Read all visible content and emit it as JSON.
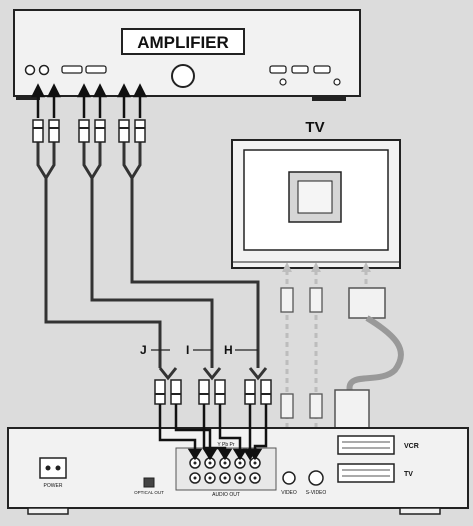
{
  "amplifier": {
    "label": "AMPLIFIER"
  },
  "tv": {
    "label": "TV"
  },
  "cable_labels": {
    "j": "J",
    "i": "I",
    "h": "H"
  },
  "receiver": {
    "scart_top_label": "VCR",
    "scart_bottom_label": "TV",
    "power_label": "POWER",
    "toslink_label": "OPTICAL OUT",
    "component_label": "Y Pb Pr",
    "audio_out_label": "AUDIO OUT",
    "video_label": "VIDEO",
    "svideo_label": "S-VIDEO"
  },
  "colors": {
    "background_panel": "#dcdcdc",
    "device_body": "#f2f2f2",
    "outline": "#222222",
    "cable": "#333333",
    "dashed_cable": "#bdbdbd",
    "arrow": "#111111"
  }
}
